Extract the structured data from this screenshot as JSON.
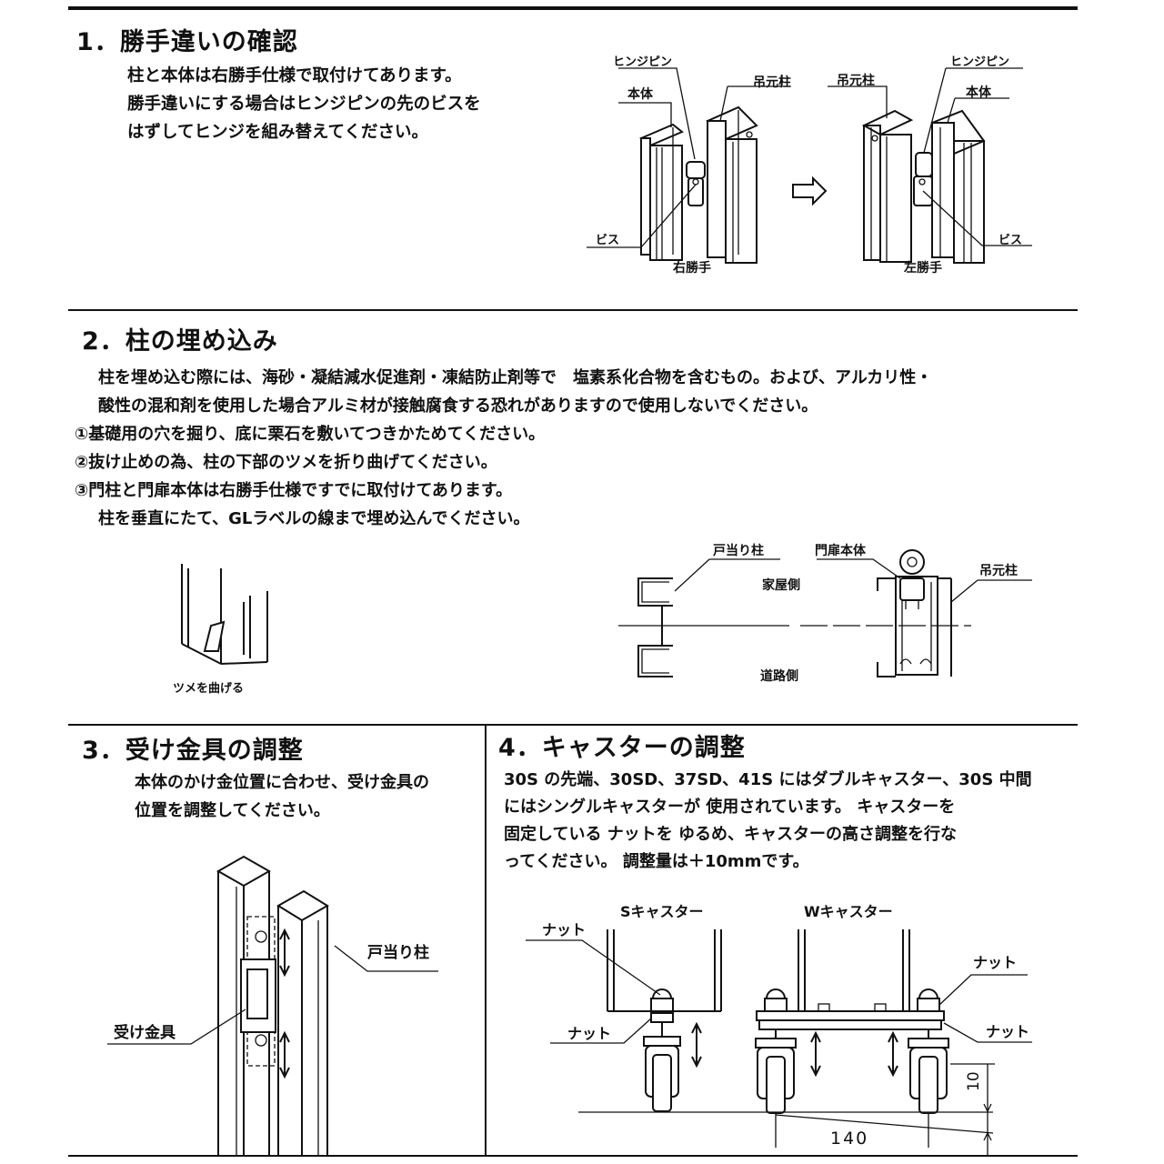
{
  "sections": {
    "s1": {
      "heading": "1．勝手違いの確認",
      "lines": [
        "柱と本体は右勝手仕様で取付けてあります。",
        "勝手違いにする場合はヒンジピンの先のビスを",
        "はずしてヒンジを組み替えてください。"
      ],
      "figure": {
        "right": {
          "hinge_pin": "ヒンジピン",
          "body": "本体",
          "post": "吊元柱",
          "screw": "ビス",
          "caption": "右勝手"
        },
        "left": {
          "post": "吊元柱",
          "hinge_pin": "ヒンジピン",
          "body": "本体",
          "screw": "ビス",
          "caption": "左勝手"
        },
        "arrow_icon": "hollow-arrow-right"
      }
    },
    "s2": {
      "heading": "2．柱の埋め込み",
      "lines": [
        "柱を埋め込む際には、海砂・凝結減水促進剤・凍結防止剤等で　塩素系化合物を含むもの。および、アルカリ性・",
        "酸性の混和剤を使用した場合アルミ材が接触腐食する恐れがありますので使用しないでください。",
        "①基礎用の穴を掘り、底に栗石を敷いてつきかためてください。",
        "②抜け止めの為、柱の下部のツメを折り曲げてください。",
        "③門柱と門扉本体は右勝手仕様ですでに取付けてあります。",
        "柱を垂直にたて、GLラベルの線まで埋め込んでください。"
      ],
      "figure": {
        "tab_caption": "ツメを曲げる",
        "door_stop_post": "戸当り柱",
        "gate_body": "門扉本体",
        "hinge_post": "吊元柱",
        "house_side": "家屋側",
        "road_side": "道路側"
      }
    },
    "s3": {
      "heading": "3．受け金具の調整",
      "lines": [
        "本体のかけ金位置に合わせ、受け金具の",
        "位置を調整してください。"
      ],
      "figure": {
        "door_stop_post": "戸当り柱",
        "strike_plate": "受け金具"
      }
    },
    "s4": {
      "heading": "4．キャスターの調整",
      "lines": [
        "30S の先端、30SD、37SD、41S にはダブルキャスター、30S 中間",
        "にはシングルキャスターが 使用されています。 キャスターを",
        "固定している ナットを ゆるめ、キャスターの高さ調整を行な",
        "ってください。 調整量は＋10mmです。"
      ],
      "figure": {
        "s_caster": "Sキャスター",
        "w_caster": "Wキャスター",
        "nut": "ナット",
        "dim_height": "10",
        "dim_width": "140"
      }
    }
  }
}
